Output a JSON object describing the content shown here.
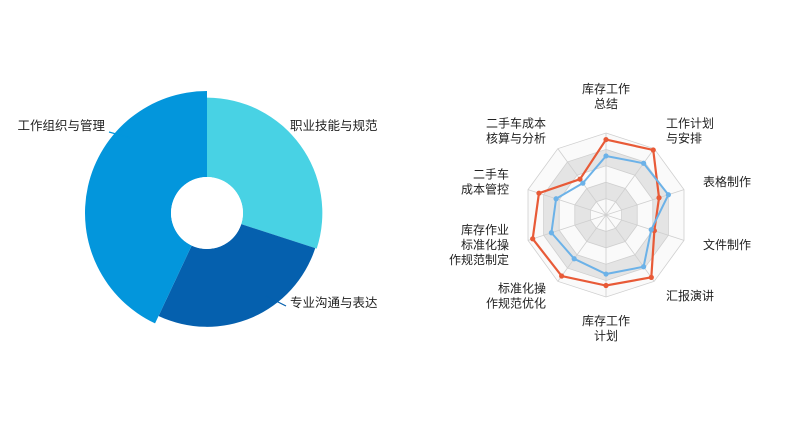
{
  "chart_data": [
    {
      "type": "pie",
      "title": "",
      "slices": [
        {
          "label": "职业技能与规范",
          "value": 30,
          "color": "#48d2e4"
        },
        {
          "label": "专业沟通与表达",
          "value": 27,
          "color": "#0560ae"
        },
        {
          "label": "工作组织与管理",
          "value": 43,
          "color": "#0396dc"
        }
      ]
    },
    {
      "type": "radar",
      "title": "",
      "range": [
        0,
        100
      ],
      "axes": [
        [
          "库存工作",
          "总结"
        ],
        [
          "工作计划",
          "与安排"
        ],
        [
          "表格制作"
        ],
        [
          "文件制作"
        ],
        [
          "汇报演讲"
        ],
        [
          "库存工作",
          "计划"
        ],
        [
          "标准化操",
          "作规范优化"
        ],
        [
          "库存作业",
          "标准化操",
          "作规范制定"
        ],
        [
          "二手车",
          "成本管控"
        ],
        [
          "二手车成本",
          "核算与分析"
        ]
      ],
      "series": [
        {
          "color": "#e85a37",
          "values": [
            92,
            98,
            68,
            62,
            94,
            86,
            92,
            94,
            86,
            54
          ]
        },
        {
          "color": "#6cb2e8",
          "values": [
            72,
            78,
            80,
            58,
            78,
            72,
            66,
            70,
            64,
            48
          ]
        }
      ]
    }
  ]
}
